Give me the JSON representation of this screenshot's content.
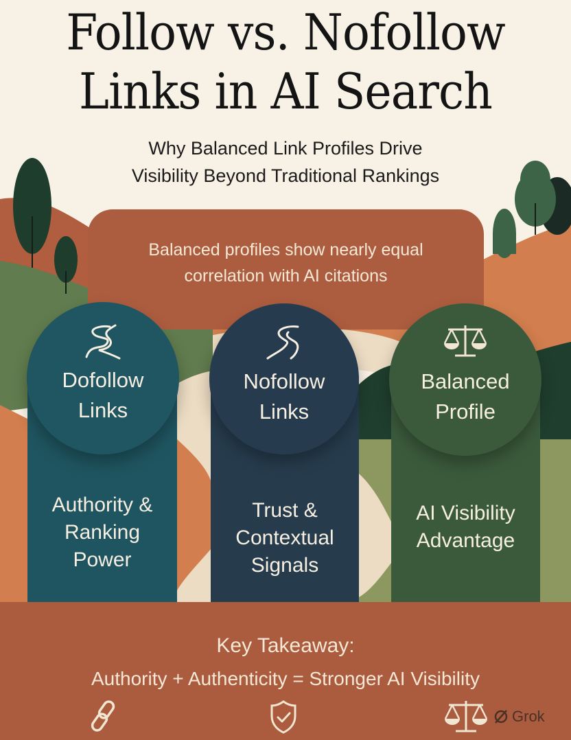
{
  "header": {
    "title_line1": "Follow vs. Nofollow",
    "title_line2": "Links in AI Search",
    "subtitle_line1": "Why Balanced Link Profiles Drive",
    "subtitle_line2": "Visibility Beyond Traditional Rankings"
  },
  "callout": {
    "line1": "Balanced profiles show nearly equal",
    "line2": "correlation with AI citations"
  },
  "columns": [
    {
      "icon": "winding-path-icon",
      "title_line1": "Dofollow",
      "title_line2": "Links",
      "desc_line1": "Authority &",
      "desc_line2": "Ranking",
      "desc_line3": "Power",
      "color": "#1f5560"
    },
    {
      "icon": "winding-path-icon",
      "title_line1": "Nofollow",
      "title_line2": "Links",
      "desc_line1": "Trust &",
      "desc_line2": "Contextual",
      "desc_line3": "Signals",
      "color": "#263c4d"
    },
    {
      "icon": "scales-icon",
      "title_line1": "Balanced",
      "title_line2": "Profile",
      "desc_line1": "AI Visibility",
      "desc_line2": "Advantage",
      "color": "#3b5a3c"
    }
  ],
  "takeaway": {
    "heading": "Key Takeaway:",
    "formula": "Authority + Authenticity = Stronger AI Visibility",
    "icons": [
      "link-icon",
      "shield-check-icon",
      "scales-icon"
    ],
    "color": "#ab5c3f"
  },
  "watermark": {
    "label": "Grok"
  },
  "palette": {
    "background": "#f8f1e6",
    "terracotta": "#ad5d3f",
    "orange_hill": "#d27e4e",
    "sage": "#617c4e",
    "olive": "#8d9861",
    "dark_green": "#1f3e2e",
    "cream": "#ecdcc3"
  }
}
